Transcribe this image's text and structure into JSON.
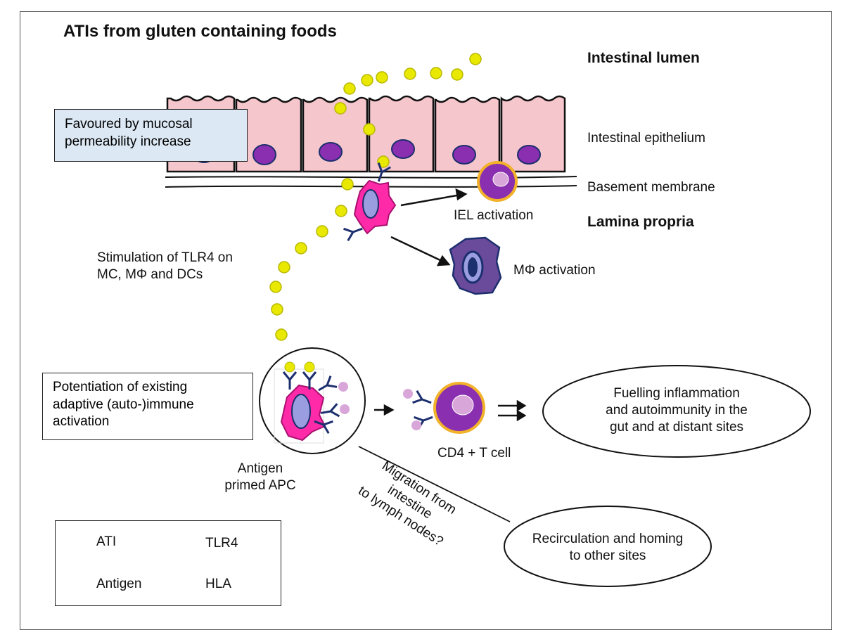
{
  "title": "ATIs from gluten containing foods",
  "regions": {
    "lumen": "Intestinal lumen",
    "epithelium": "Intestinal epithelium",
    "basement": "Basement membrane",
    "lamina": "Lamina propria"
  },
  "boxes": {
    "permeability": [
      "Favoured by mucosal",
      "permeability increase"
    ],
    "potentiation": [
      "Potentiation of existing",
      "adaptive (auto-)immune",
      "activation"
    ]
  },
  "labels": {
    "iel": "IEL activation",
    "tlr4_stim": [
      "Stimulation of TLR4 on",
      "MC, MΦ  and DCs"
    ],
    "mphi": "MΦ  activation",
    "apc": [
      "Antigen",
      "primed APC"
    ],
    "cd4": "CD4 + T cell",
    "migration": [
      "Migration from",
      "intestine",
      "to lymph nodes?"
    ]
  },
  "ellipses": {
    "fuelling": [
      "Fuelling inflammation",
      "and autoimmunity in the",
      "gut and at distant sites"
    ],
    "recirculation": [
      "Recirculation and homing",
      "to other sites"
    ]
  },
  "legend": {
    "ati": "ATI",
    "antigen": "Antigen",
    "tlr4": "TLR4",
    "hla": "HLA"
  },
  "colors": {
    "ati": "#e8e800",
    "antigen": "#d9a6d9",
    "cell_fill": "#f5c6cc",
    "nucleus": "#8a2fb0",
    "apc": "#ff2aa8",
    "receptor": "#1c2f6e"
  }
}
